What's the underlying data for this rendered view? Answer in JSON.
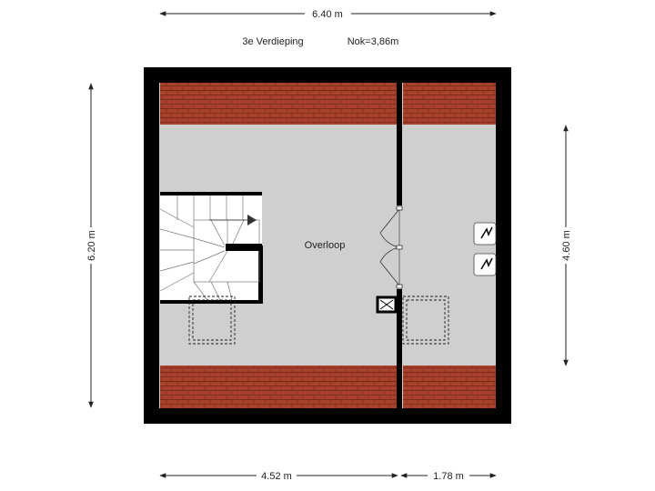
{
  "header": {
    "floor_label": "3e Verdieping",
    "ridge_label": "Nok=3,86m"
  },
  "dimensions": {
    "top_width": "6.40 m",
    "left_height": "6.20 m",
    "right_height": "4.60 m",
    "bottom_left_width": "4.52 m",
    "bottom_right_width": "1.78 m"
  },
  "rooms": {
    "landing": "Overloop"
  },
  "icons": [
    "staircase-icon",
    "skylight-window-icon",
    "boiler-icon",
    "radiator-icon",
    "door-icon"
  ],
  "colors": {
    "wall": "#000000",
    "floor": "#cfcfcf",
    "roof_tile": "#a8412c",
    "roof_line": "#6e2416"
  }
}
